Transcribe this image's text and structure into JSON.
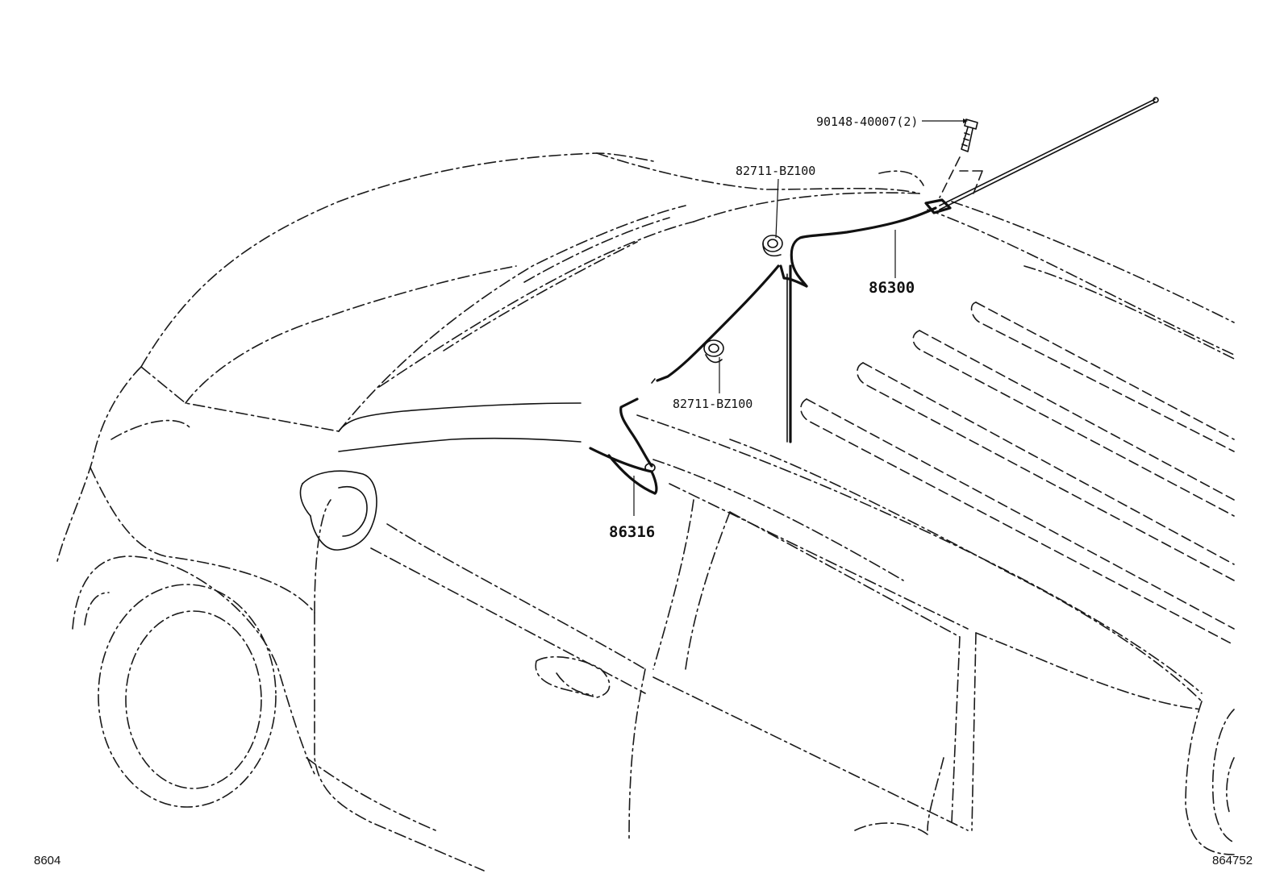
{
  "diagram": {
    "labels": {
      "bolt": "90148-40007(2)",
      "clamp_upper": "82711-BZ100",
      "clamp_lower": "82711-BZ100",
      "antenna_cord": "86300",
      "antenna_sub_cord": "86316"
    },
    "footer": {
      "left_code": "8604",
      "right_code": "864752"
    }
  }
}
